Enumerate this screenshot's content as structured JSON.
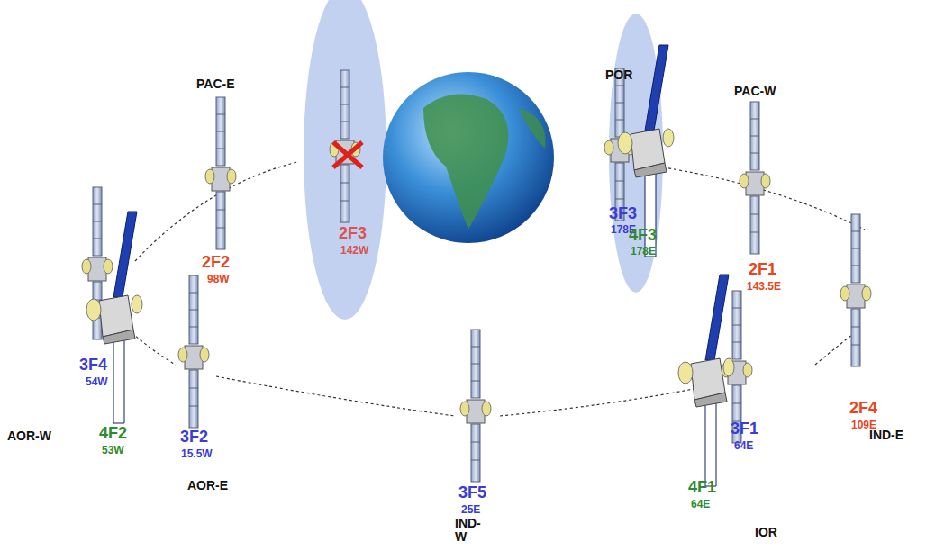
{
  "diagram": {
    "labels": [
      "PAC-E",
      "POR",
      "PAC-W",
      "2F3",
      "142W",
      "2F2",
      "98W",
      "3F3",
      "178E",
      "4F3",
      "178E",
      "2F1",
      "143.5E",
      "3F4",
      "54W",
      "4F2",
      "53W",
      "3F2",
      "15.5W",
      "2F4",
      "109E",
      "IND-E",
      "3F1",
      "64E",
      "AOR-W",
      "AOR-E",
      "3F5",
      "25E",
      "4F1",
      "64E",
      "IND- W",
      "IOR"
    ]
  }
}
